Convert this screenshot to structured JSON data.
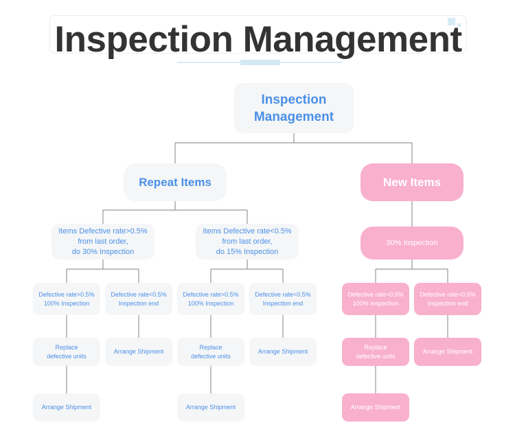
{
  "header": {
    "title": "Inspection Management",
    "accent_color": "#d8ecf6",
    "title_color": "#333333"
  },
  "theme": {
    "blue_node_bg": "#f5f6f7",
    "blue_node_text": "#4a90e8",
    "pink_node_bg": "#f9b0cc",
    "pink_node_text": "#ffffff",
    "connector_color": "#808080"
  },
  "diagram": {
    "type": "tree",
    "root": {
      "label": "Inspection\nManagement",
      "style": "grey"
    },
    "branches": [
      {
        "name": "repeat-items",
        "label": "Repeat Items",
        "style": "grey",
        "children": [
          {
            "label": "Items Defective rate>0.5%\nfrom last order,\ndo 30% Inspection",
            "children": [
              {
                "label": "Defective rate>0.5%\n100% Inspection",
                "children": [
                  {
                    "label": "Replace\ndefective units",
                    "children": [
                      {
                        "label": "Arrange Shipment"
                      }
                    ]
                  }
                ]
              },
              {
                "label": "Defective rate<0.5%\nInspection end",
                "children": [
                  {
                    "label": "Arrange Shipment"
                  }
                ]
              }
            ]
          },
          {
            "label": "Items Defective rate<0.5%\nfrom last order,\ndo 15% Inspection",
            "children": [
              {
                "label": "Defective rate>0.5%\n100% Inspection",
                "children": [
                  {
                    "label": "Replace\ndefective units",
                    "children": [
                      {
                        "label": "Arrange Shipment"
                      }
                    ]
                  }
                ]
              },
              {
                "label": "Defective rate<0.5%\nInspection end",
                "children": [
                  {
                    "label": "Arrange Shipment"
                  }
                ]
              }
            ]
          }
        ]
      },
      {
        "name": "new-items",
        "label": "New Items",
        "style": "pink",
        "children": [
          {
            "label": "30% Inspection",
            "children": [
              {
                "label": "Defective rate>0.5%\n100% Inspection",
                "children": [
                  {
                    "label": "Replace\ndefective units",
                    "children": [
                      {
                        "label": "Arrange Shipment"
                      }
                    ]
                  }
                ]
              },
              {
                "label": "Defective rate<0.5%\nInspection end",
                "children": [
                  {
                    "label": "Arrange Shipment"
                  }
                ]
              }
            ]
          }
        ]
      }
    ]
  },
  "nodes": {
    "root": "Inspection\nManagement",
    "repeat_items": "Repeat Items",
    "new_items": "New Items",
    "repeat_rate_high": "Items Defective rate>0.5%\nfrom last order,\ndo 30% Inspection",
    "repeat_rate_low": "Items Defective rate<0.5%\nfrom last order,\ndo 15% Inspection",
    "new_inspection": "30% Inspection",
    "defect_high_a": "Defective rate>0.5%\n100% Inspection",
    "defect_low_a": "Defective rate<0.5%\nInspection end",
    "defect_high_b": "Defective rate>0.5%\n100% Inspection",
    "defect_low_b": "Defective rate<0.5%\nInspection end",
    "defect_high_c": "Defective rate>0.5%\n100% Inspection",
    "defect_low_c": "Defective rate<0.5%\nInspection end",
    "replace_a": "Replace\ndefective units",
    "arrange_a": "Arrange Shipment",
    "replace_b": "Replace\ndefective units",
    "arrange_b": "Arrange Shipment",
    "replace_c": "Replace\ndefective units",
    "arrange_c": "Arrange Shipment",
    "ship_a": "Arrange Shipment",
    "ship_b": "Arrange Shipment",
    "ship_c": "Arrange Shipment"
  }
}
